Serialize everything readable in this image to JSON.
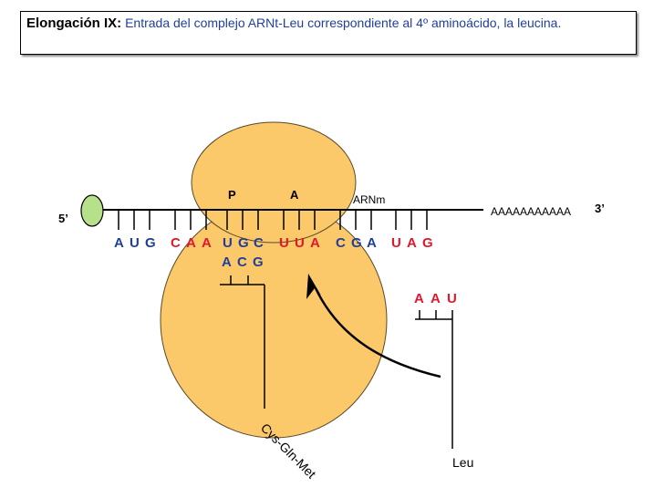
{
  "title": {
    "bold": "Elongación IX:",
    "description": "Entrada del complejo ARNt-Leu correspondiente al 4º aminoácido, la leucina."
  },
  "labels": {
    "five_prime": "5’",
    "three_prime": "3’",
    "site_p": "P",
    "site_a": "A",
    "mrna": "ARNm",
    "poly_a": "AAAAAAAAAAA",
    "peptide": "Cys-Gln-Met",
    "incoming_aa": "Leu"
  },
  "codons": [
    {
      "bases": [
        "A",
        "U",
        "G"
      ],
      "colors": [
        "#1f3f99",
        "#1f3f99",
        "#1f3f99"
      ]
    },
    {
      "bases": [
        "C",
        "A",
        "A"
      ],
      "colors": [
        "#e0182d",
        "#e0182d",
        "#e0182d"
      ]
    },
    {
      "bases": [
        "U",
        "G",
        "C"
      ],
      "colors": [
        "#1f3f99",
        "#1f3f99",
        "#1f3f99"
      ]
    },
    {
      "bases": [
        "U",
        "U",
        "A"
      ],
      "colors": [
        "#e0182d",
        "#e0182d",
        "#e0182d"
      ]
    },
    {
      "bases": [
        "C",
        "G",
        "A"
      ],
      "colors": [
        "#1f3f99",
        "#1f3f99",
        "#1f3f99"
      ]
    },
    {
      "bases": [
        "U",
        "A",
        "G"
      ],
      "colors": [
        "#e0182d",
        "#e0182d",
        "#e0182d"
      ]
    }
  ],
  "anticodon_p": {
    "bases": [
      "A",
      "C",
      "G"
    ],
    "color": "#1f3f99"
  },
  "anticodon_incoming": {
    "bases": [
      "A",
      "A",
      "U"
    ],
    "color": "#e0182d"
  },
  "colors": {
    "ribosome": "#fbc86a",
    "ribosome_stroke": "#5a4a2a",
    "cap": "#b7e08a",
    "blue": "#1f3f99",
    "red": "#e0182d"
  }
}
